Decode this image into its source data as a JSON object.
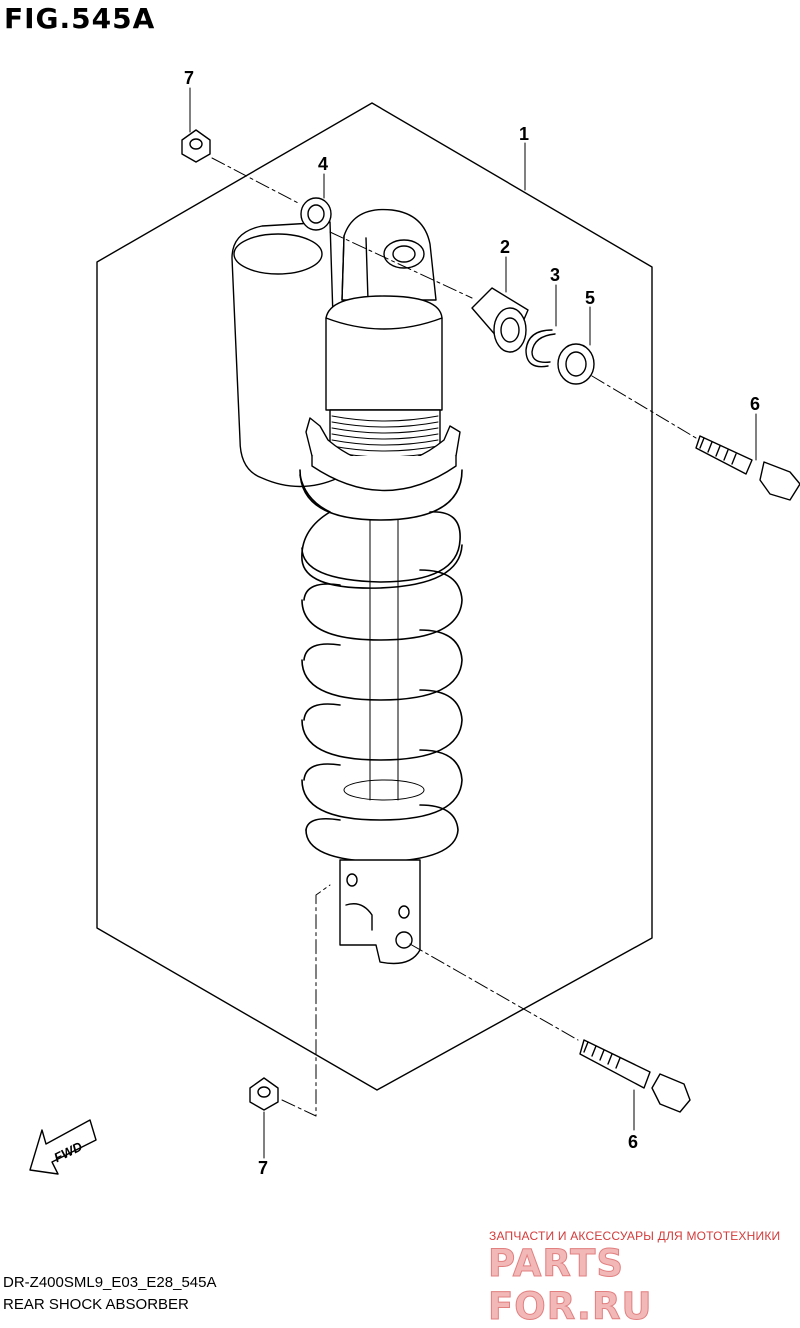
{
  "figure": {
    "title": "FIG.545A"
  },
  "callouts": [
    {
      "id": "c1",
      "text": "1"
    },
    {
      "id": "c2",
      "text": "2"
    },
    {
      "id": "c3",
      "text": "3"
    },
    {
      "id": "c4",
      "text": "4"
    },
    {
      "id": "c5",
      "text": "5"
    },
    {
      "id": "c6a",
      "text": "6"
    },
    {
      "id": "c6b",
      "text": "6"
    },
    {
      "id": "c7a",
      "text": "7"
    },
    {
      "id": "c7b",
      "text": "7"
    }
  ],
  "fwd_label": "FWD",
  "footer": {
    "code": "DR-Z400SML9_E03_E28_545A",
    "name": "REAR SHOCK ABSORBER"
  },
  "watermark": {
    "tagline": "ЗАПЧАСТИ И АКСЕССУАРЫ ДЛЯ МОТОТЕХНИКИ",
    "logo": "PARTS FOR.RU"
  }
}
